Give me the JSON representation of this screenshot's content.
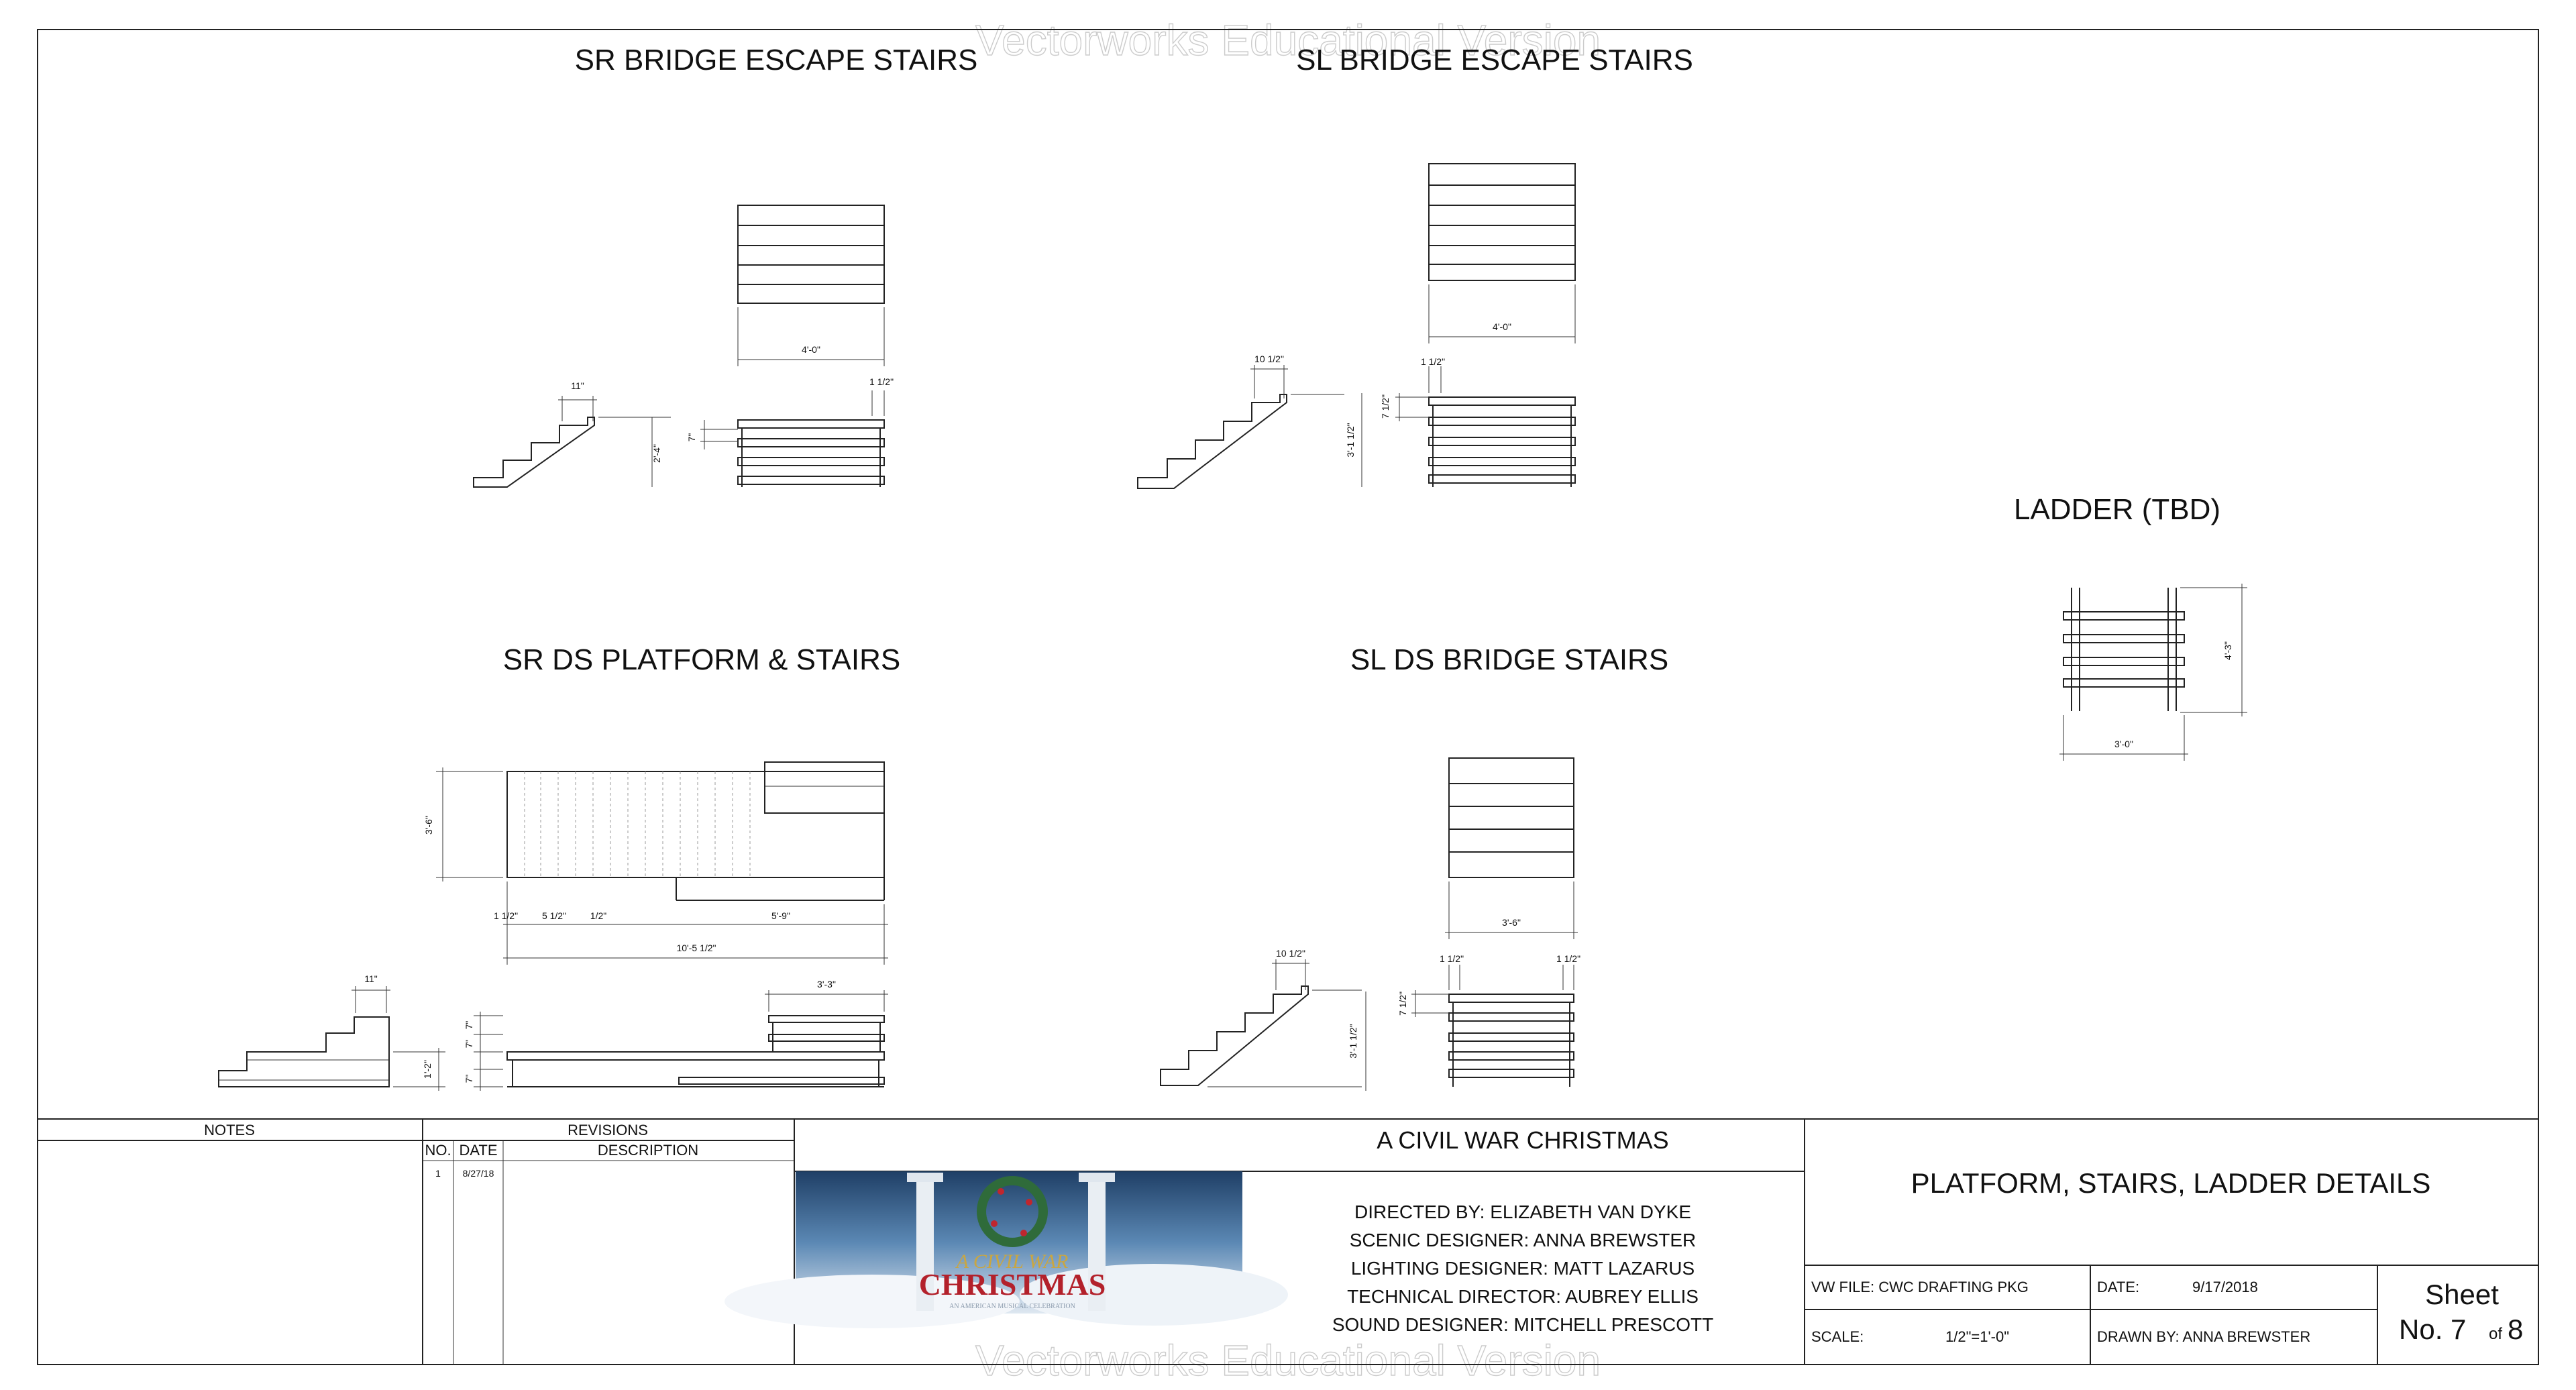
{
  "watermark": "Vectorworks Educational Version",
  "views": {
    "sr_bridge_escape": {
      "title": "SR BRIDGE ESCAPE STAIRS",
      "dims": {
        "width": "4'-0\"",
        "tread": "11\"",
        "side": "1 1/2\"",
        "riser": "7\"",
        "height": "2'-4\""
      }
    },
    "sl_bridge_escape": {
      "title": "SL BRIDGE ESCAPE STAIRS",
      "dims": {
        "width": "4'-0\"",
        "tread": "10 1/2\"",
        "side": "1 1/2\"",
        "riser": "7 1/2\"",
        "height": "3'-1 1/2\""
      }
    },
    "ladder": {
      "title": "LADDER (TBD)",
      "dims": {
        "width": "3'-0\"",
        "height": "4'-3\""
      }
    },
    "sr_ds_platform": {
      "title": "SR DS PLATFORM & STAIRS",
      "dims": {
        "depth": "3'-6\"",
        "d1": "1 1/2\"",
        "d2": "5 1/2\"",
        "d3": "1/2\"",
        "step_width": "5'-9\"",
        "overall": "10'-5 1/2\"",
        "tread": "11\"",
        "stair_width": "3'-3\"",
        "riser_a": "7\"",
        "riser_b": "7\"",
        "height": "1'-2\"",
        "riser_c": "7\""
      }
    },
    "sl_ds_bridge": {
      "title": "SL DS BRIDGE STAIRS",
      "dims": {
        "width": "3'-6\"",
        "tread": "10 1/2\"",
        "side_l": "1 1/2\"",
        "side_r": "1 1/2\"",
        "riser": "7 1/2\"",
        "height": "3'-1 1/2\""
      }
    }
  },
  "title_block": {
    "notes_header": "NOTES",
    "revisions_header": "REVISIONS",
    "rev_columns": {
      "no": "NO.",
      "date": "DATE",
      "description": "DESCRIPTION"
    },
    "revisions": [
      {
        "no": "1",
        "date": "8/27/18",
        "description": ""
      }
    ],
    "project_title": "A CIVIL WAR CHRISTMAS",
    "logo": {
      "line1": "A CIVIL WAR",
      "line2": "CHRISTMAS",
      "tagline": "AN AMERICAN MUSICAL CELEBRATION"
    },
    "credits": [
      "DIRECTED BY: ELIZABETH VAN DYKE",
      "SCENIC DESIGNER: ANNA BREWSTER",
      "LIGHTING DESIGNER: MATT LAZARUS",
      "TECHNICAL DIRECTOR: AUBREY ELLIS",
      "SOUND DESIGNER: MITCHELL PRESCOTT"
    ],
    "sheet_title": "PLATFORM, STAIRS, LADDER DETAILS",
    "vw_file": "VW FILE: CWC DRAFTING PKG",
    "date_label": "DATE:",
    "date_value": "9/17/2018",
    "scale_label": "SCALE:",
    "scale_value": "1/2\"=1'-0\"",
    "drawn_by": "DRAWN BY:  ANNA BREWSTER",
    "sheet_label": "Sheet",
    "sheet_no_prefix": "No. 7",
    "sheet_of": "of",
    "sheet_total": "8"
  },
  "colors": {
    "line": "#222222",
    "watermark": "#cccccc",
    "logo_sky": "#3b6fa0",
    "logo_title": "#b3212b"
  }
}
